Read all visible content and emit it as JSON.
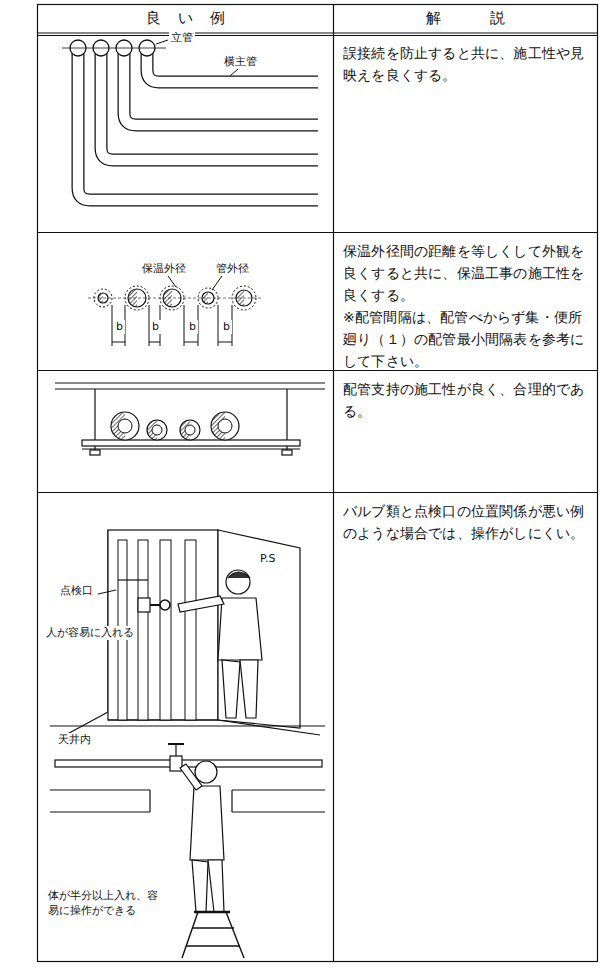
{
  "diagram": {
    "labels": [
      "良　い　例",
      "解　　　説",
      "誤接続を防止すると共に、施工性や見映えを良くする。",
      "立管",
      "横主管",
      "保温外径間の距離を等しくして外観を良くすると共に、保温工事の施工性を良くする。",
      "※配管間隔は、配管べからず集・便所廻り（１）の配管最小間隔表を参考にして下さい。",
      "保温外径",
      "管外径",
      "b",
      "b",
      "b",
      "b",
      "配管支持の施工性が良く、合理的である。",
      "バルブ類と点検口の位置関係が悪い例のような場合では、操作がしにくい。",
      "点検口",
      "P.S",
      "人が容易に入れる",
      "天井内",
      "体が半分以上入れ、容易に操作ができる"
    ]
  }
}
